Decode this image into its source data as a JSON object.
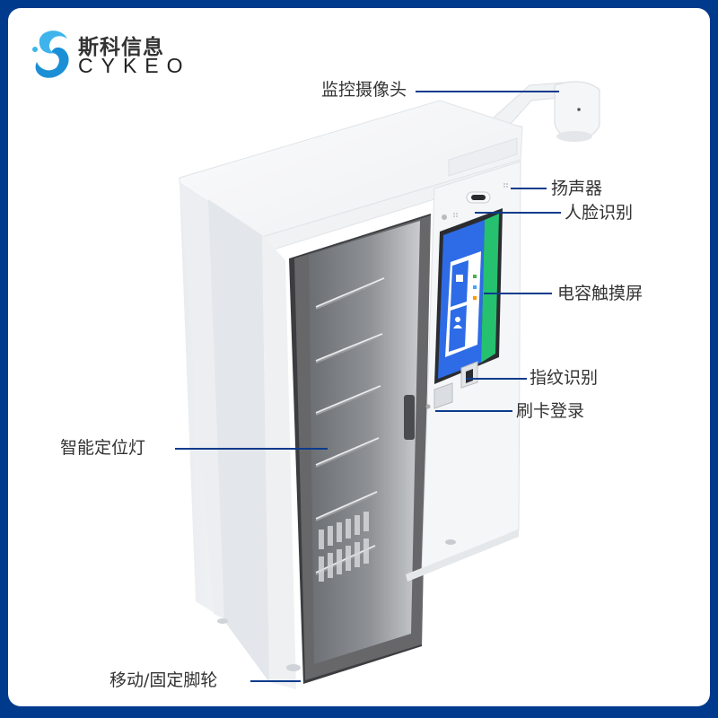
{
  "brand": {
    "name_cn": "斯科信息",
    "name_en": "CYKEO",
    "colors": {
      "frame": "#003a8c",
      "logo_blue": "#1a8fd6",
      "logo_light": "#3fb4ec",
      "leader_line": "#0b3b8c"
    }
  },
  "product": {
    "type": "smart-cabinet",
    "screen": {
      "header_color": "#2e6be6",
      "accent_green": "#25c16f",
      "tiles": [
        {
          "icon": "card-icon"
        },
        {
          "icon": "person-icon"
        }
      ]
    }
  },
  "callouts": [
    {
      "id": "camera",
      "label": "监控摄像头"
    },
    {
      "id": "speaker",
      "label": "扬声器"
    },
    {
      "id": "face",
      "label": "人脸识别"
    },
    {
      "id": "touchscreen",
      "label": "电容触摸屏"
    },
    {
      "id": "fingerprint",
      "label": "指纹识别"
    },
    {
      "id": "card",
      "label": "刷卡登录"
    },
    {
      "id": "led",
      "label": "智能定位灯"
    },
    {
      "id": "wheels",
      "label": "移动/固定脚轮"
    }
  ]
}
